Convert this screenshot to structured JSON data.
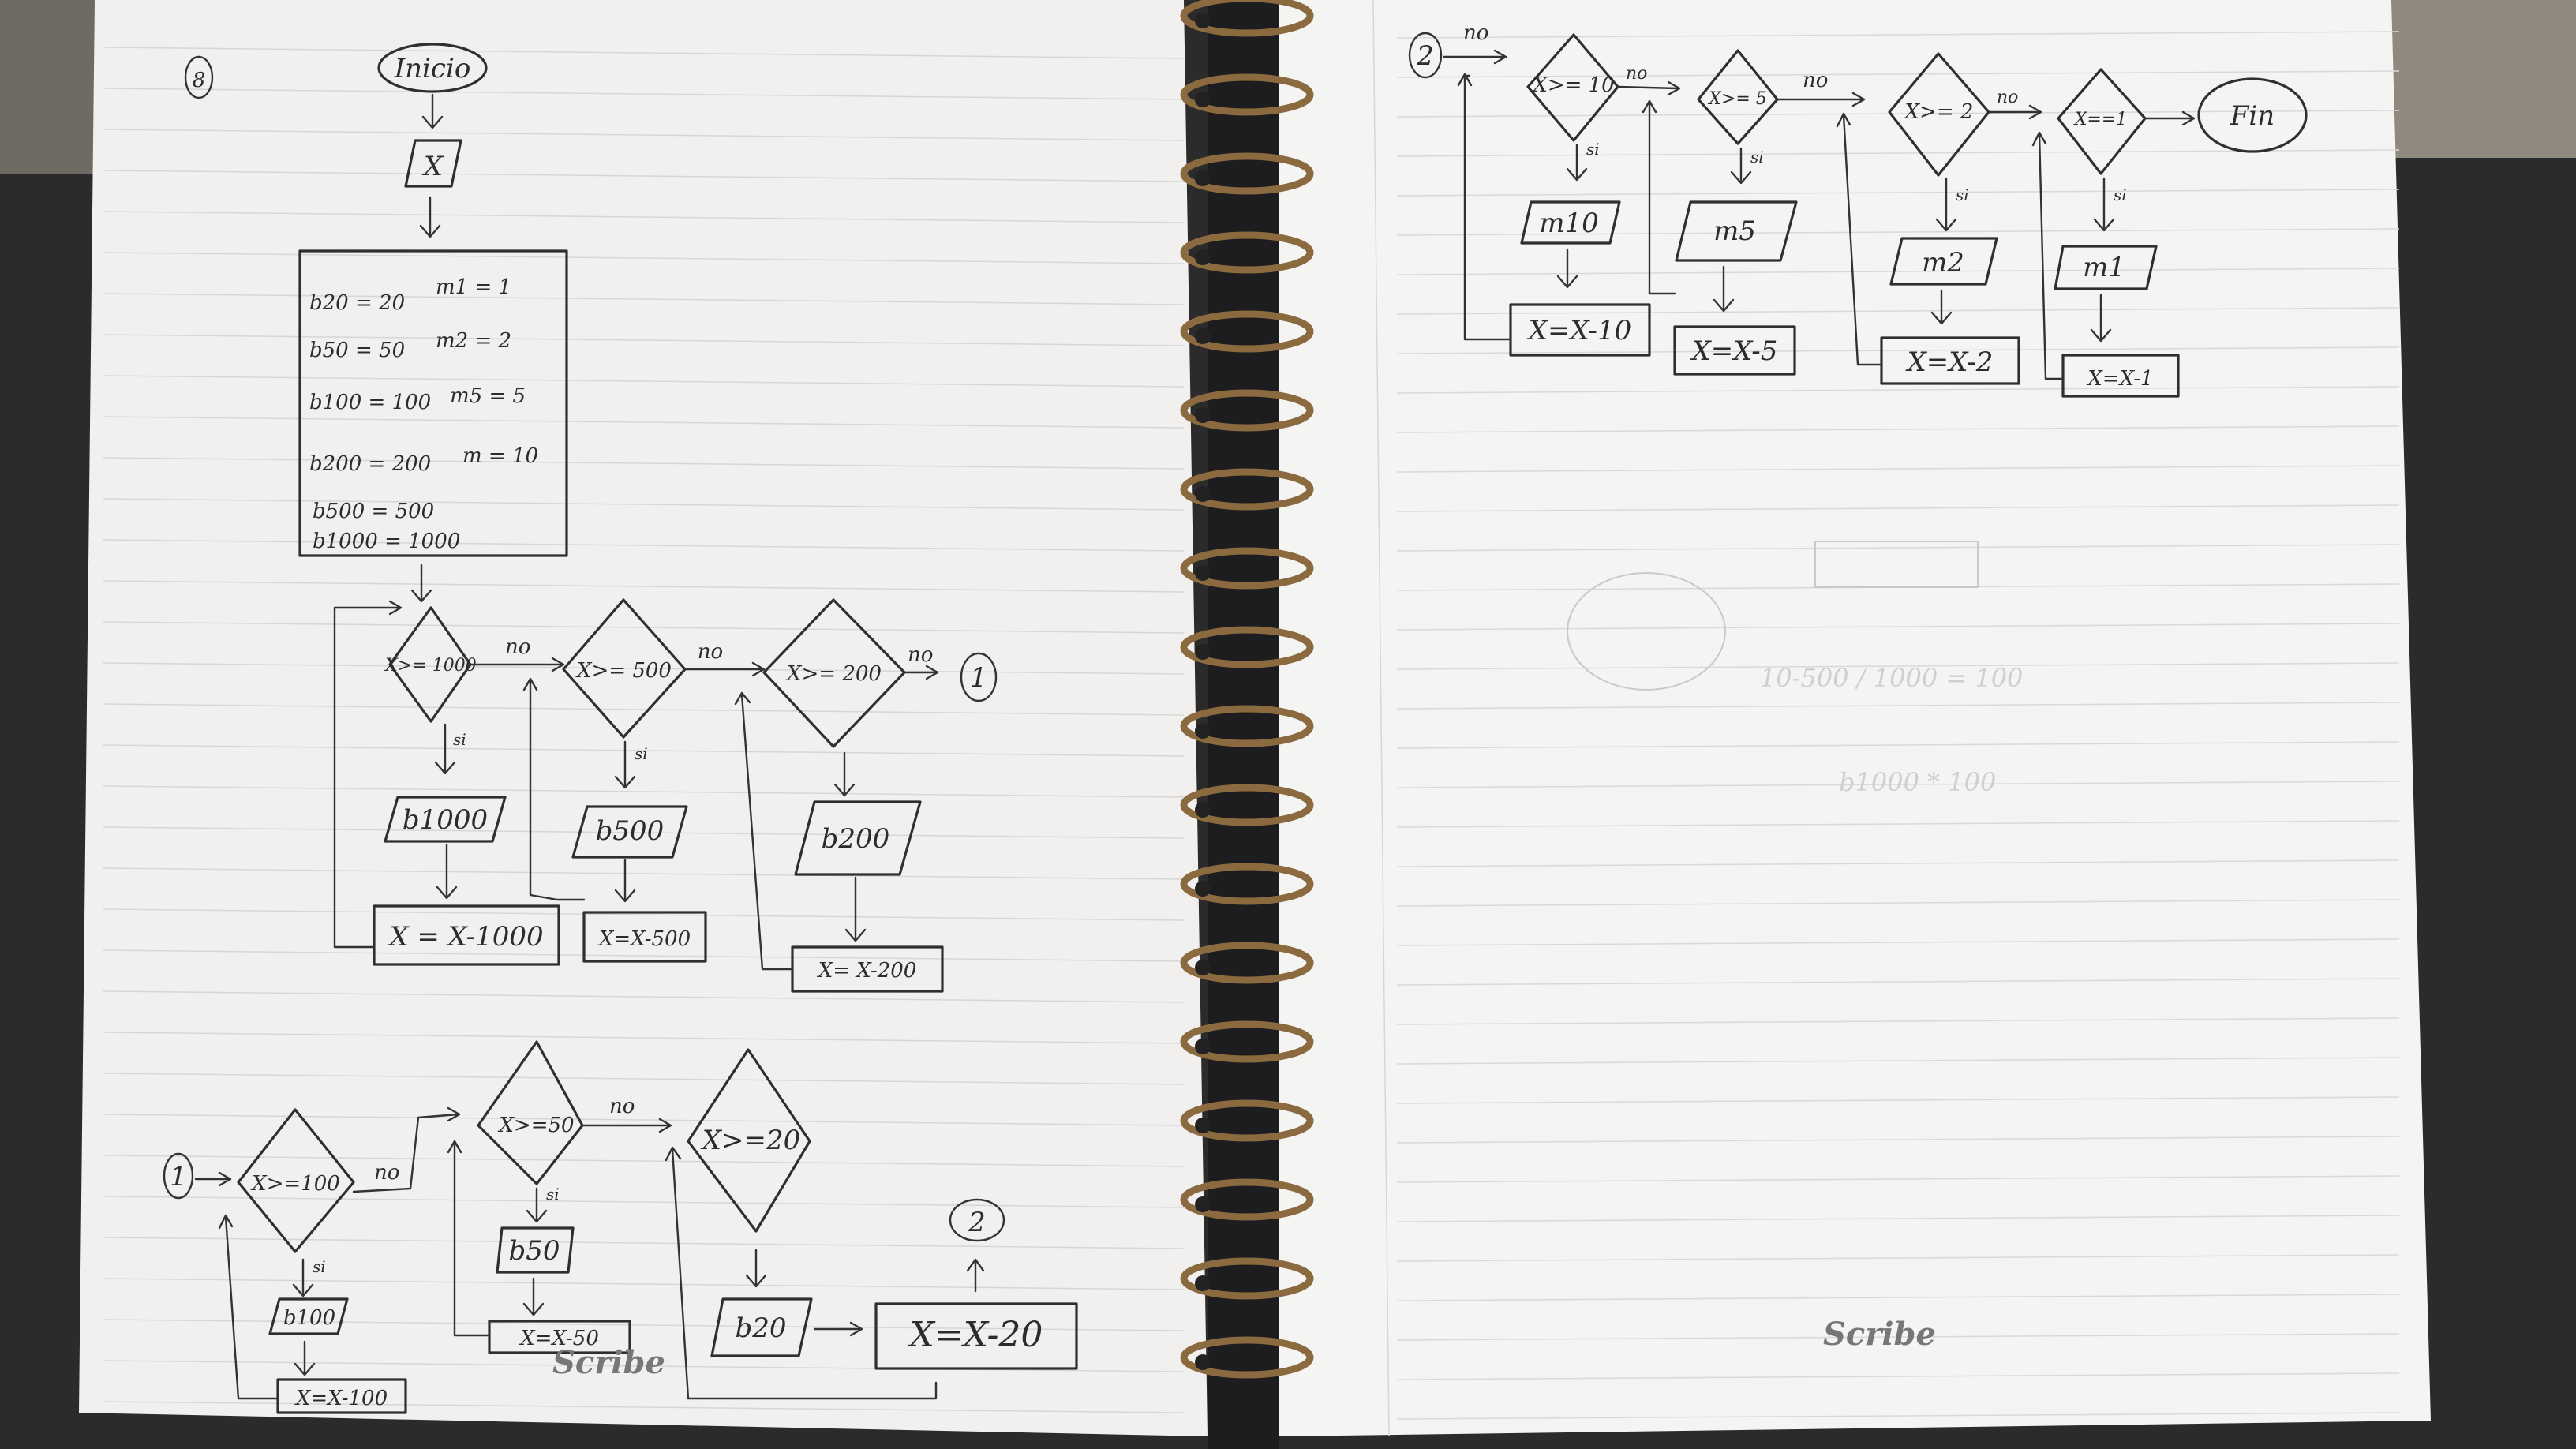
{
  "page": "8",
  "flow_left": {
    "start": "Inicio",
    "input": "X",
    "assignments": [
      "b20 = 20",
      "m1 = 1",
      "b50 = 50",
      "m2 = 2",
      "b100 = 100",
      "m5 = 5",
      "b200 = 200",
      "m = 10",
      "b500 = 500",
      "b1000 = 1000"
    ],
    "decisions_row1": [
      "X>= 1000",
      "X>= 500",
      "X>= 200"
    ],
    "outputs_row1": [
      "b1000",
      "b500",
      "b200"
    ],
    "updates_row1": [
      "X = X-1000",
      "X=X-500",
      "X= X-200"
    ],
    "connector_1": "1",
    "decisions_row2": [
      "X>=100",
      "X>=50",
      "X>=20"
    ],
    "outputs_row2": [
      "b100",
      "b50",
      "b20"
    ],
    "updates_row2": [
      "X=X-100",
      "X=X-50",
      "X=X-20"
    ],
    "connector_2": "2",
    "labels": {
      "yes": "si",
      "no": "no"
    }
  },
  "flow_right": {
    "connector": "2",
    "decisions": [
      "X>= 10",
      "X>= 5",
      "X>= 2",
      "X==1"
    ],
    "outputs": [
      "m10",
      "m5",
      "m2",
      "m1"
    ],
    "updates": [
      "X=X-10",
      "X=X-5",
      "X=X-2",
      "X=X-1"
    ],
    "end": "Fin"
  },
  "faint_marks": [
    "10-500 / 1000 = 100",
    "b1000 * 100"
  ],
  "brand": "Scribe"
}
